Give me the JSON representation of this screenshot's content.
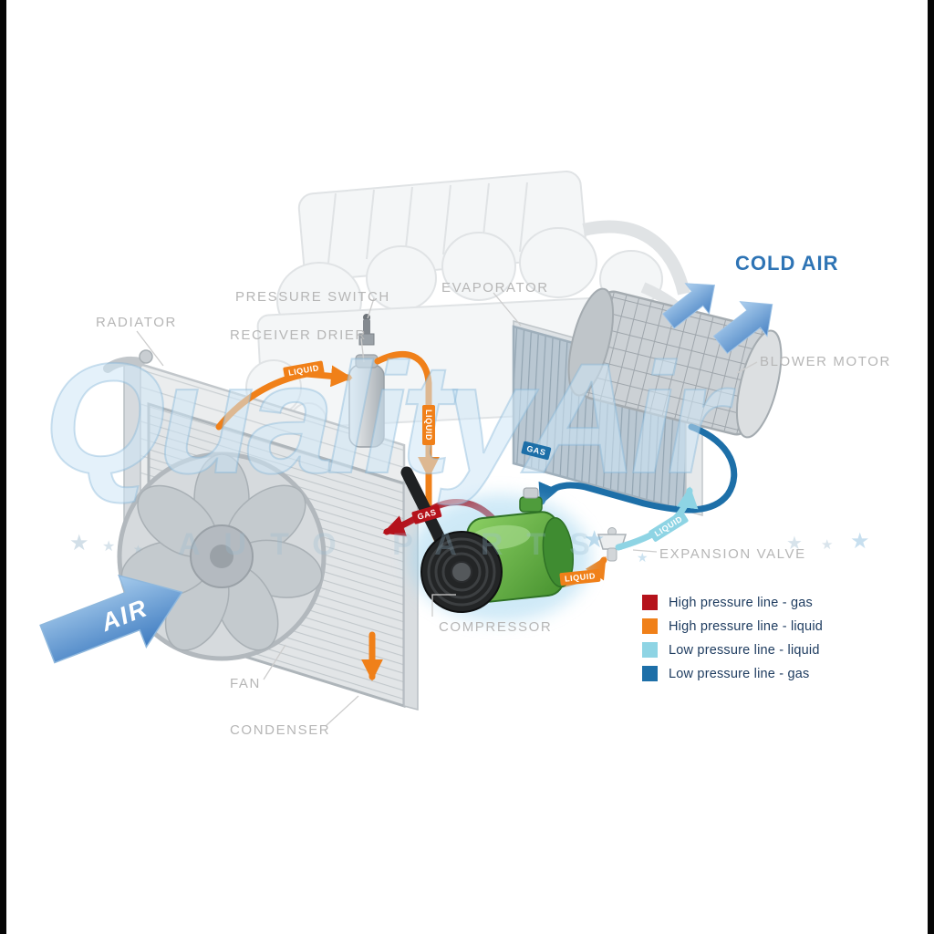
{
  "watermark": {
    "brand": "QualityAir",
    "sub": "AUTO PARTS",
    "star": "★"
  },
  "component_labels": {
    "radiator": "RADIATOR",
    "pressure_switch": "PRESSURE SWITCH",
    "receiver_drier": "RECEIVER DRIER",
    "evaporator": "EVAPORATOR",
    "cold_air": "COLD AIR",
    "blower_motor": "BLOWER MOTOR",
    "expansion_valve": "EXPANSION VALVE",
    "compressor": "COMPRESSOR",
    "fan": "FAN",
    "condenser": "CONDENSER",
    "air": "AIR"
  },
  "flow_labels": {
    "liquid_to_drier": "LIQUID",
    "liquid_down": "LIQUID",
    "liquid_to_expansion": "LIQUID",
    "liquid_to_evaporator": "LIQUID",
    "gas_to_condenser": "GAS",
    "gas_to_compressor": "GAS"
  },
  "legend": {
    "items": [
      {
        "label": "High pressure line - gas",
        "color": "#b5121b"
      },
      {
        "label": "High pressure line - liquid",
        "color": "#f08019"
      },
      {
        "label": "Low pressure line - liquid",
        "color": "#8ed4e4"
      },
      {
        "label": "Low pressure line -  gas",
        "color": "#1d6fa8"
      }
    ]
  },
  "colors": {
    "high_pressure_gas": "#b5121b",
    "high_pressure_liquid": "#f08019",
    "low_pressure_liquid": "#8ed4e4",
    "low_pressure_gas": "#1d6fa8",
    "cold_air_text": "#2e74b5",
    "label_gray": "#b6b6b6"
  }
}
